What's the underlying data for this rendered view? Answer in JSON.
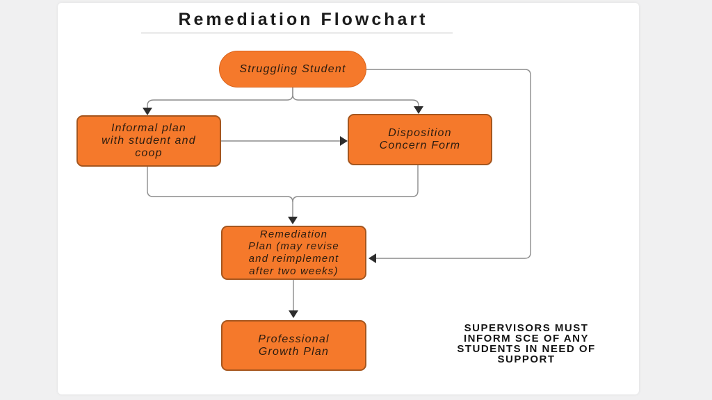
{
  "title": "Remediation Flowchart",
  "nodes": {
    "struggling_student": {
      "label": "Struggling Student",
      "shape": "stadium"
    },
    "informal_plan": {
      "label": "Informal plan\nwith student and\ncoop",
      "shape": "rounded-rect"
    },
    "disposition_form": {
      "label": "Disposition\nConcern Form",
      "shape": "rounded-rect"
    },
    "remediation_plan": {
      "label": "Remediation\nPlan (may revise\nand reimplement\nafter two weeks)",
      "shape": "rounded-rect"
    },
    "professional_growth": {
      "label": "Professional\nGrowth Plan",
      "shape": "rounded-rect"
    }
  },
  "edges": [
    {
      "from": "struggling_student",
      "to": "informal_plan"
    },
    {
      "from": "struggling_student",
      "to": "disposition_form"
    },
    {
      "from": "informal_plan",
      "to": "disposition_form"
    },
    {
      "from": "informal_plan",
      "to": "remediation_plan"
    },
    {
      "from": "disposition_form",
      "to": "remediation_plan"
    },
    {
      "from": "struggling_student",
      "to": "remediation_plan",
      "route": "right-side-loop"
    },
    {
      "from": "remediation_plan",
      "to": "professional_growth"
    }
  ],
  "note": "SUPERVISORS MUST\nINFORM SCE OF ANY\nSTUDENTS IN NEED OF\nSUPPORT",
  "colors": {
    "page-bg": "#f0f0f1",
    "card-bg": "#ffffff",
    "node-fill": "#f5792b",
    "node-border": "#a5561e",
    "stadium-border": "#d8631c",
    "connector": "#8c8c8c",
    "arrowhead": "#2d2d2d",
    "title-color": "#1c1c1c",
    "node-text": "#2b1c10",
    "note-color": "#141414",
    "underline": "#b9b9b9"
  }
}
